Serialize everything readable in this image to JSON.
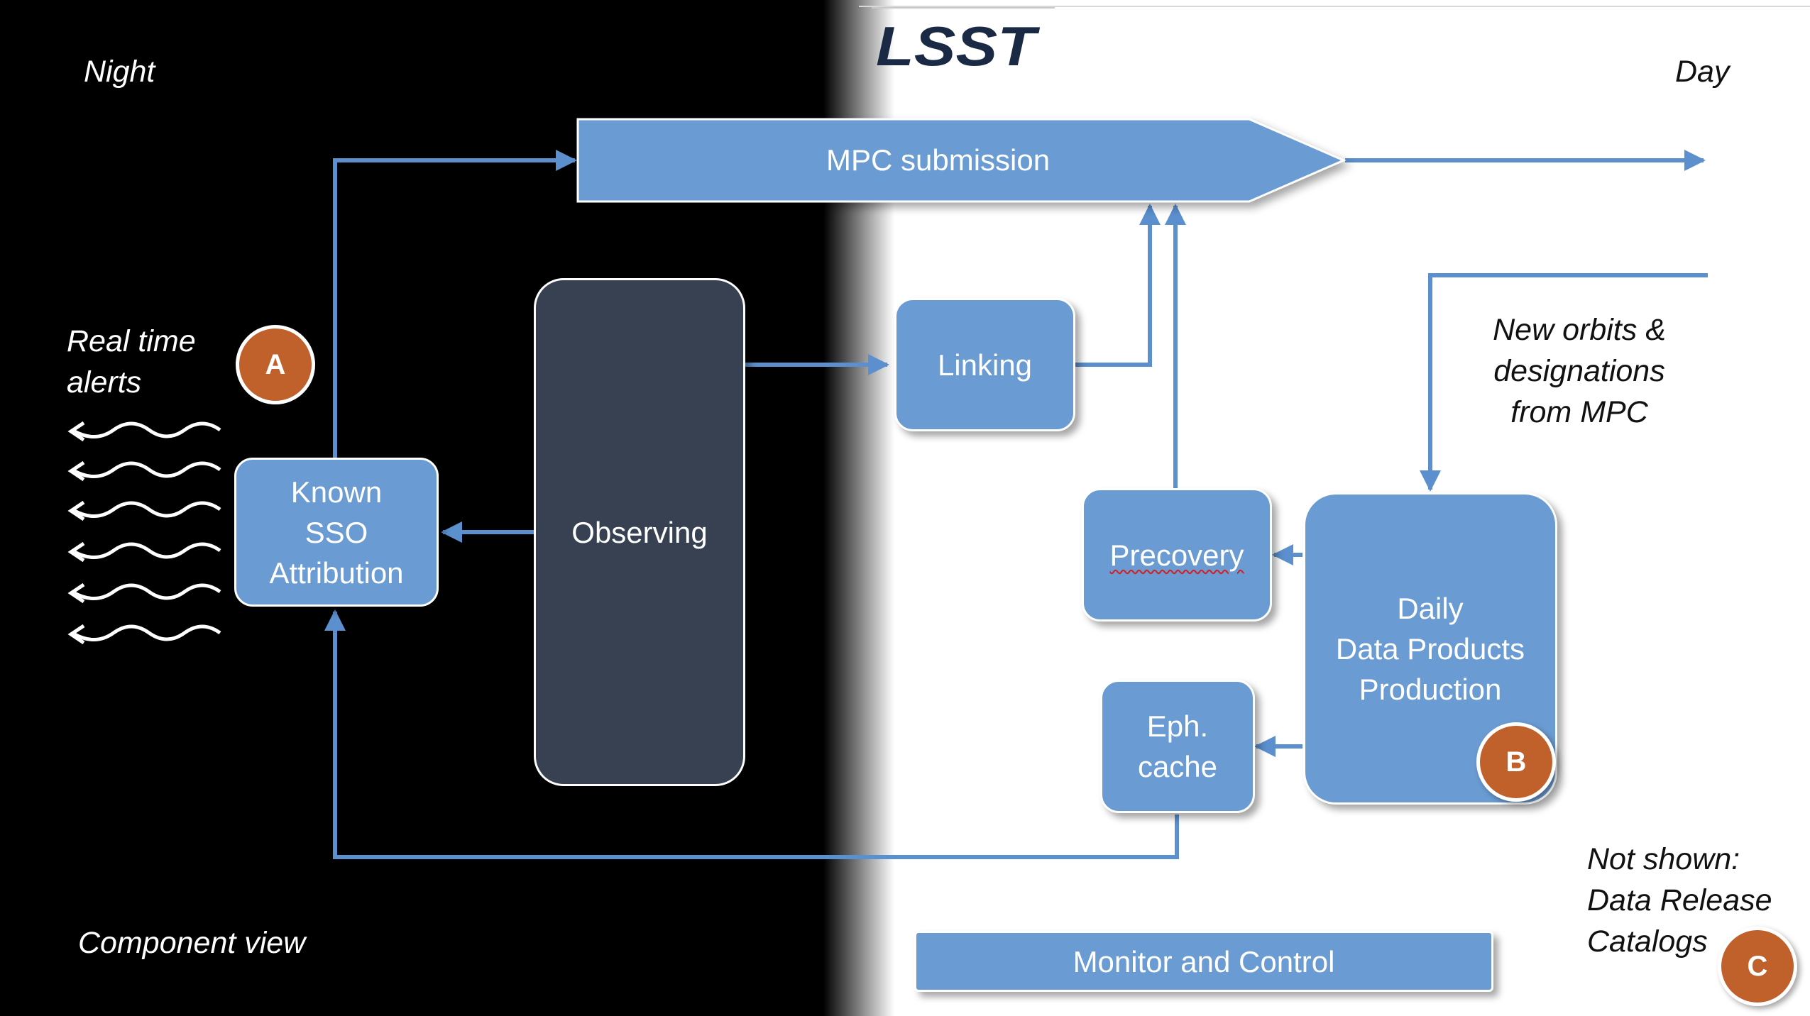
{
  "labels": {
    "night": "Night",
    "day": "Day",
    "real_time_alerts": "Real time\nalerts",
    "new_orbits": "New orbits &\ndesignations\nfrom MPC",
    "component_view": "Component view",
    "not_shown": "Not shown:\nData Release\nCatalogs"
  },
  "logo": {
    "text": "LSST"
  },
  "boxes": {
    "mpc_submission": "MPC submission",
    "linking": "Linking",
    "observing": "Observing",
    "known_sso": "Known\nSSO\nAttribution",
    "precovery": "Precovery",
    "daily_dpp": "Daily\nData Products\nProduction",
    "eph_cache": "Eph.\ncache",
    "monitor_control": "Monitor and Control"
  },
  "badges": {
    "a": "A",
    "b": "B",
    "c": "C"
  },
  "colors": {
    "box_blue": "#6a9bd2",
    "observing_box": "#374152",
    "arrow_blue": "#5b8fce",
    "badge_orange": "#c0602b",
    "logo_navy": "#1b2a44"
  }
}
